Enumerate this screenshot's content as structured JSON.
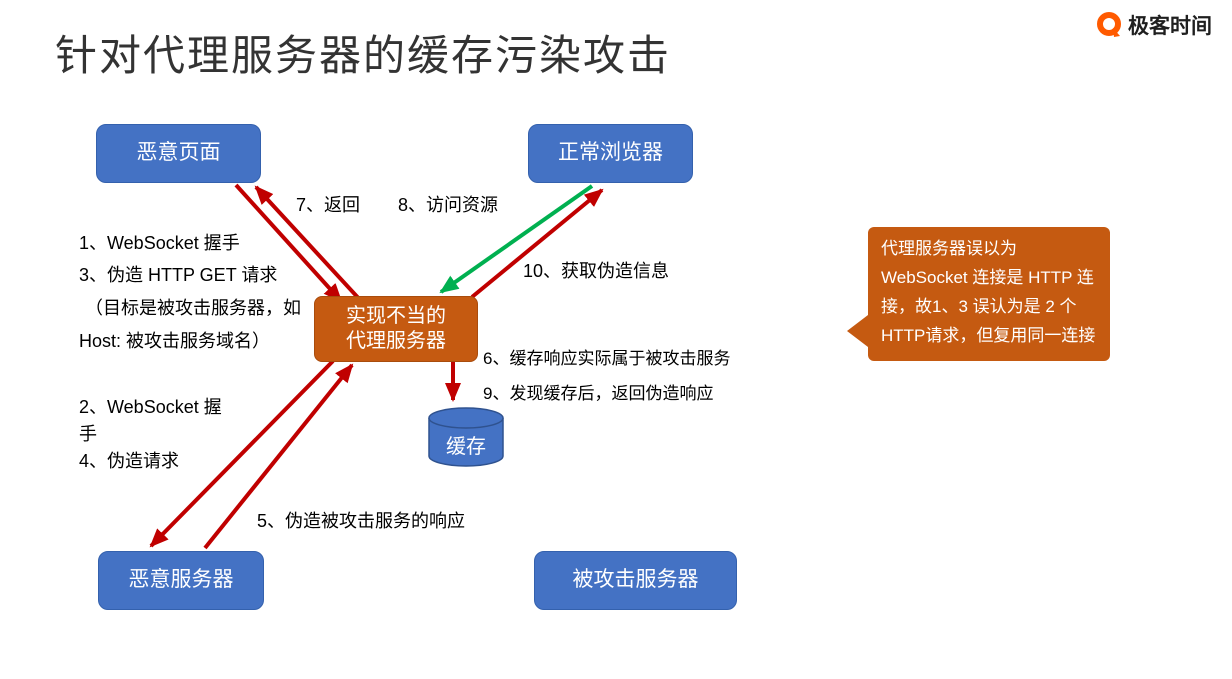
{
  "header": {
    "title": "针对代理服务器的缓存污染攻击",
    "brand": "极客时间"
  },
  "nodes": {
    "malicious_page": "恶意页面",
    "normal_browser": "正常浏览器",
    "proxy_line1": "实现不当的",
    "proxy_line2": "代理服务器",
    "cache": "缓存",
    "malicious_server": "恶意服务器",
    "attacked_server": "被攻击服务器"
  },
  "labels": {
    "step7": "7、返回",
    "step8": "8、访问资源",
    "step1": "1、WebSocket 握手",
    "step3": "3、伪造 HTTP GET 请求",
    "step3_note1": "（目标是被攻击服务器，如",
    "step3_note2": "Host: 被攻击服务域名）",
    "step10": "10、获取伪造信息",
    "step6": "6、缓存响应实际属于被攻击服务",
    "step9": "9、发现缓存后，返回伪造响应",
    "step2_line1": "2、WebSocket 握",
    "step2_line2": "手",
    "step4": "4、伪造请求",
    "step5": "5、伪造被攻击服务的响应"
  },
  "callout": {
    "text": "代理服务器误以为 WebSocket 连接是 HTTP 连接，故1、3 误认为是 2 个HTTP请求，但复用同一连接"
  },
  "colors": {
    "node_blue": "#4472C4",
    "node_orange": "#C55A11",
    "arrow_red": "#C00000",
    "arrow_green": "#00B050"
  }
}
